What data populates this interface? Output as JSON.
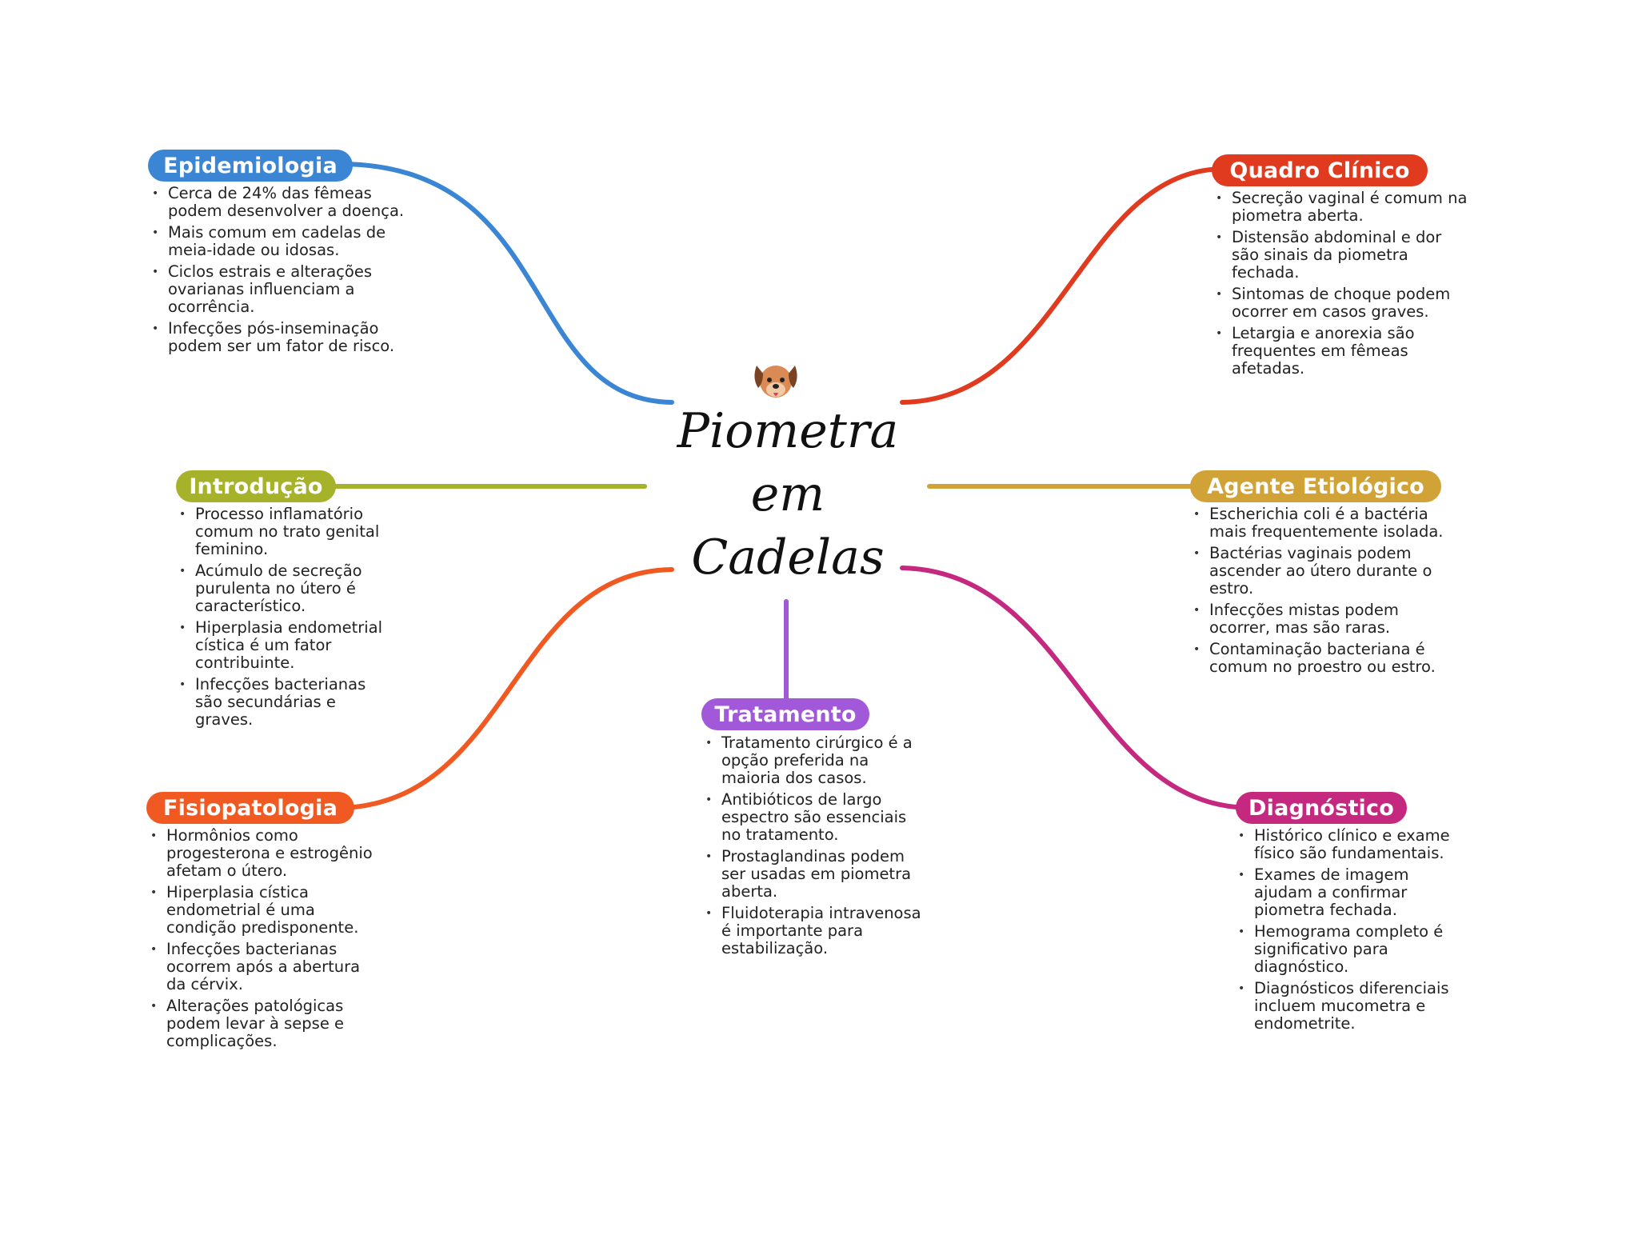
{
  "center": {
    "title_lines": [
      "Piometra",
      "em",
      "Cadelas"
    ],
    "icon": "dog-face-icon"
  },
  "topics": {
    "epidemiologia": {
      "label": "Epidemiologia",
      "color": "#3a86d4",
      "items": [
        "Cerca de 24% das fêmeas podem desenvolver a doença.",
        "Mais comum em cadelas de meia-idade ou idosas.",
        "Ciclos estrais e alterações ovarianas influenciam a ocorrência.",
        "Infecções pós-inseminação podem ser um fator de risco."
      ]
    },
    "introducao": {
      "label": "Introdução",
      "color": "#a6b22a",
      "items": [
        "Processo inflamatório comum no trato genital feminino.",
        "Acúmulo de secreção purulenta no útero é característico.",
        "Hiperplasia endometrial cística é um fator contribuinte.",
        "Infecções bacterianas são secundárias e graves."
      ]
    },
    "fisiopatologia": {
      "label": "Fisiopatologia",
      "color": "#f05a22",
      "items": [
        "Hormônios como progesterona e estrogênio afetam o útero.",
        "Hiperplasia cística endometrial é uma condição predisponente.",
        "Infecções bacterianas ocorrem após a abertura da cérvix.",
        "Alterações patológicas podem levar à sepse e complicações."
      ]
    },
    "tratamento": {
      "label": "Tratamento",
      "color": "#a259d9",
      "items": [
        "Tratamento cirúrgico é a opção preferida na maioria dos casos.",
        "Antibióticos de largo espectro são essenciais no tratamento.",
        "Prostaglandinas podem ser usadas em piometra aberta.",
        "Fluidoterapia intravenosa é importante para estabilização."
      ]
    },
    "quadro_clinico": {
      "label": "Quadro Clínico",
      "color": "#e03a1f",
      "items": [
        "Secreção vaginal é comum na piometra aberta.",
        "Distensão abdominal e dor são sinais da piometra fechada.",
        "Sintomas de choque podem ocorrer em casos graves.",
        "Letargia e anorexia são frequentes em fêmeas afetadas."
      ]
    },
    "agente_etiologico": {
      "label": "Agente Etiológico",
      "color": "#d1a336",
      "items": [
        "Escherichia coli é a bactéria mais frequentemente isolada.",
        "Bactérias vaginais podem ascender ao útero durante o estro.",
        "Infecções mistas podem ocorrer, mas são raras.",
        "Contaminação bacteriana é comum no proestro ou estro."
      ]
    },
    "diagnostico": {
      "label": "Diagnóstico",
      "color": "#c4287f",
      "items": [
        "Histórico clínico e exame físico são fundamentais.",
        "Exames de imagem ajudam a confirmar piometra fechada.",
        "Hemograma completo é significativo para diagnóstico.",
        "Diagnósticos diferenciais incluem mucometra e endometrite."
      ]
    }
  }
}
